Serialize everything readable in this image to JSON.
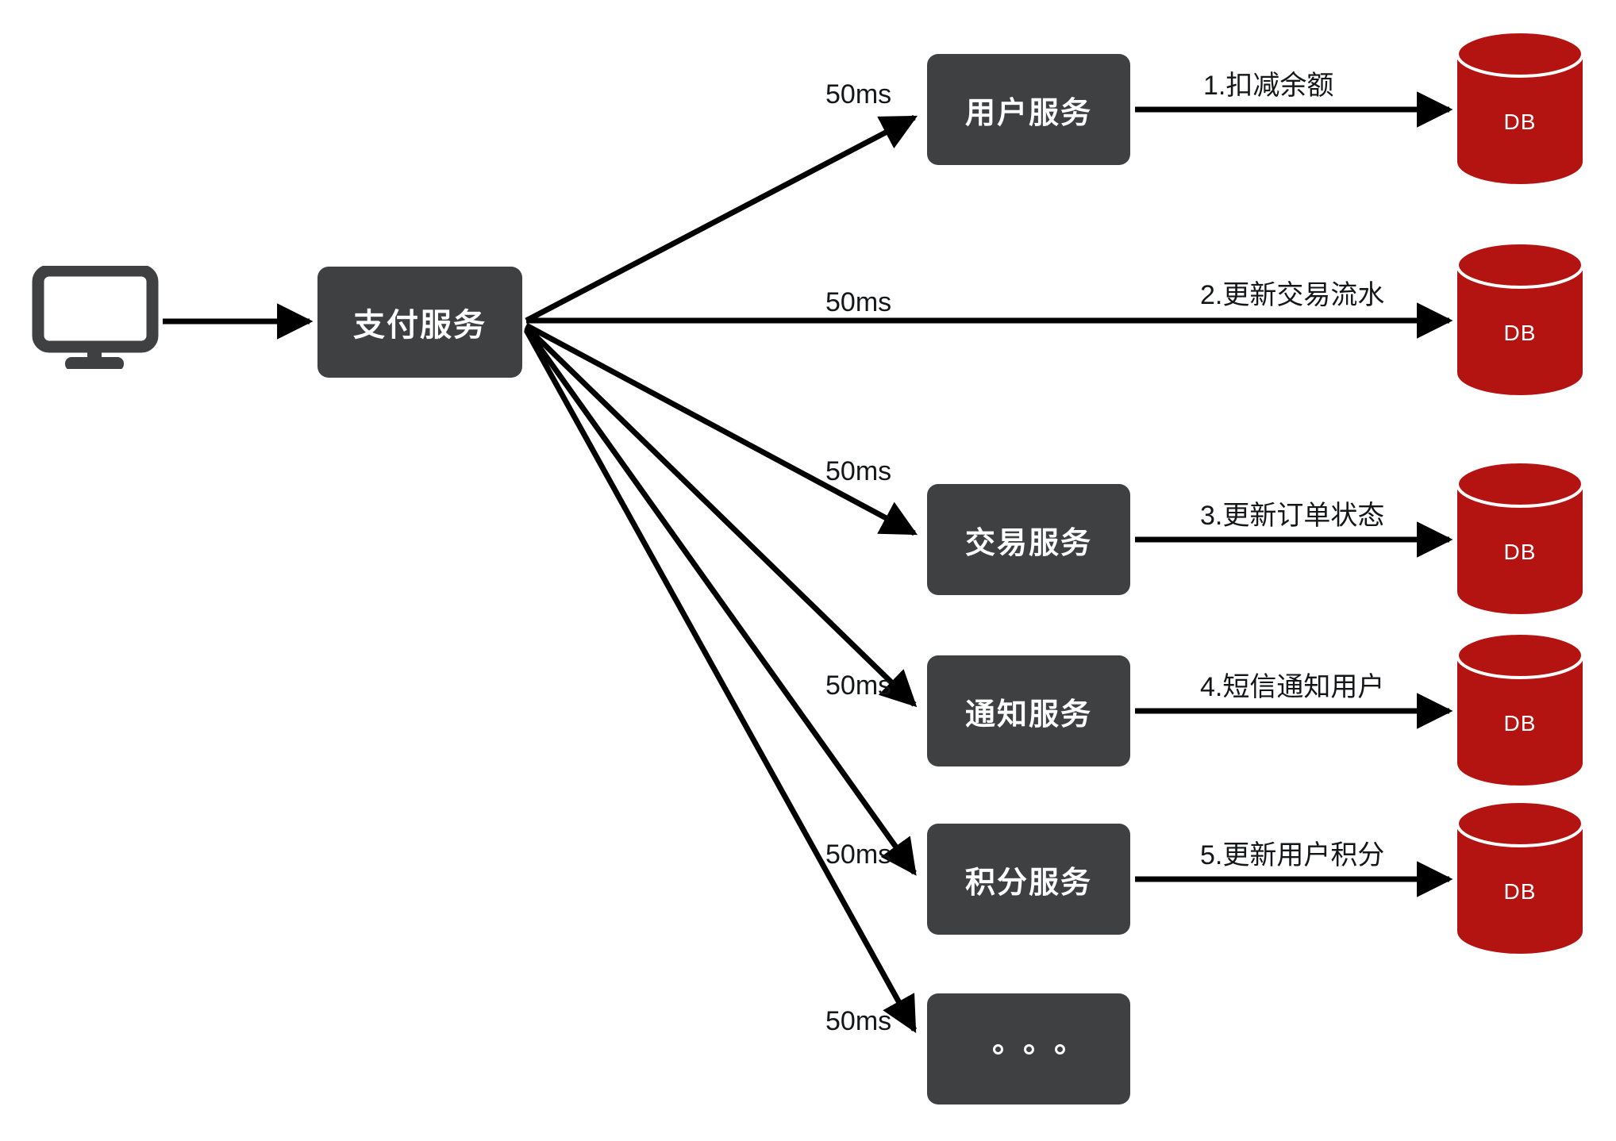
{
  "diagram": {
    "title": "payment-service-fanout",
    "colors": {
      "node_fill": "#3f4042",
      "db_fill": "#b41411",
      "edge_stroke": "#000000",
      "node_text": "#ffffff",
      "label_text": "#15161a",
      "background": "#ffffff"
    },
    "client": {
      "icon": "monitor-icon"
    },
    "hub": {
      "label": "支付服务"
    },
    "client_edge": {
      "label": ""
    },
    "rows": [
      {
        "service_label": "用户服务",
        "latency": "50ms",
        "db_action": "1.扣减余额",
        "db_label": "DB",
        "has_service": true
      },
      {
        "service_label": "",
        "latency": "50ms",
        "db_action": "2.更新交易流水",
        "db_label": "DB",
        "has_service": false
      },
      {
        "service_label": "交易服务",
        "latency": "50ms",
        "db_action": "3.更新订单状态",
        "db_label": "DB",
        "has_service": true
      },
      {
        "service_label": "通知服务",
        "latency": "50ms",
        "db_action": "4.短信通知用户",
        "db_label": "DB",
        "has_service": true
      },
      {
        "service_label": "积分服务",
        "latency": "50ms",
        "db_action": "5.更新用户积分",
        "db_label": "DB",
        "has_service": true
      },
      {
        "service_label": "",
        "latency": "50ms",
        "db_action": "",
        "db_label": "",
        "has_service": true,
        "is_ellipsis": true
      }
    ]
  }
}
